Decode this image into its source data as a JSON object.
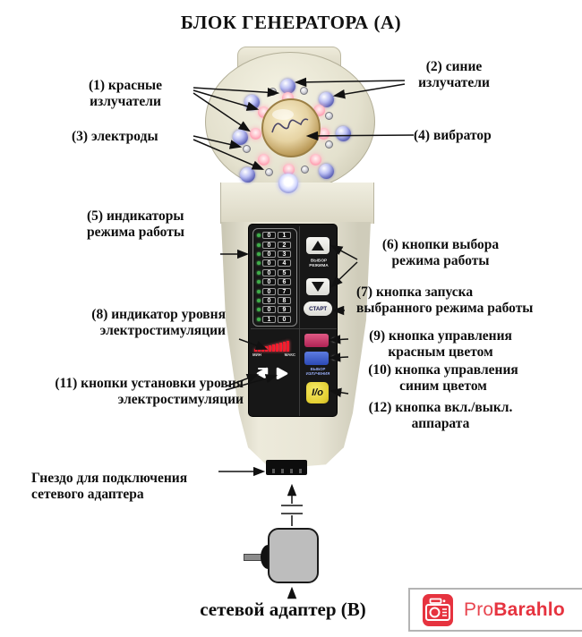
{
  "title": "БЛОК ГЕНЕРАТОРА (А)",
  "callouts": {
    "c1": "(1) красные\nизлучатели",
    "c2": "(2) синие\nизлучатели",
    "c3": "(3) электроды",
    "c4": "(4) вибратор",
    "c5": "(5) индикаторы\nрежима работы",
    "c6": "(6) кнопки выбора\nрежима работы",
    "c7": "(7) кнопка запуска\nвыбранного режима работы",
    "c8": "(8) индикатор уровня\nэлектростимуляции",
    "c9": "(9) кнопка управления\nкрасным  цветом",
    "c10": "(10) кнопка управления\nсиним цветом",
    "c11": "(11) кнопки установки уровня\nэлектростимуляции",
    "c12": "(12)  кнопка вкл./выкл.\nаппарата",
    "socket": "Гнездо для подключения\nсетевого адаптера",
    "adapter": "сетевой адаптер (В)"
  },
  "panel": {
    "mode_rows": [
      [
        "0",
        "1"
      ],
      [
        "0",
        "2"
      ],
      [
        "0",
        "3"
      ],
      [
        "0",
        "4"
      ],
      [
        "0",
        "5"
      ],
      [
        "0",
        "6"
      ],
      [
        "0",
        "7"
      ],
      [
        "0",
        "8"
      ],
      [
        "0",
        "9"
      ],
      [
        "1",
        "0"
      ]
    ],
    "mode_select_label": "ВЫБОР\nРЕЖИМА",
    "start_label": "СТАРТ",
    "meter_min": "МИН",
    "meter_max": "МАКС",
    "emission_label": "ВЫБОР\nИЗЛУЧЕНИЯ",
    "power_label": "I/o"
  },
  "watermark": {
    "brand_pro": "Pro",
    "brand_rest": "Barahlo"
  },
  "colors": {
    "brand_red": "#e6333f",
    "button_red": "#c23562",
    "button_blue": "#3f63cf",
    "button_yellow": "#ead73c",
    "indicator_green": "#3fae4a",
    "meter_red": "#f5182a"
  }
}
